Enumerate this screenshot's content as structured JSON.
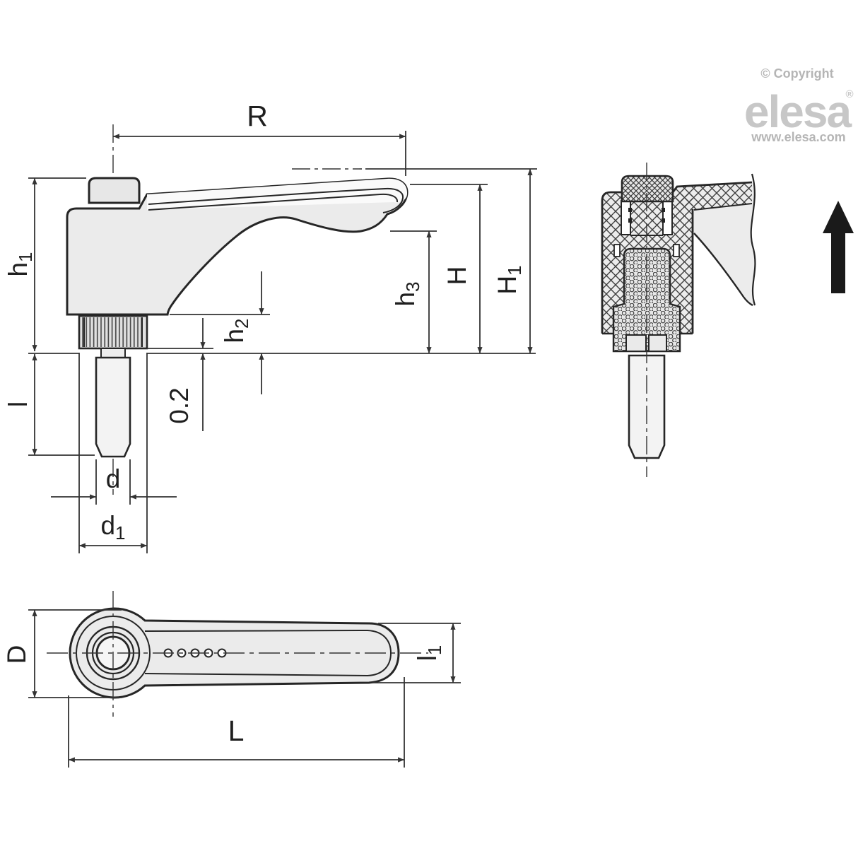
{
  "branding": {
    "copyright": "© Copyright",
    "logo_text": "elesa",
    "registered_mark": "®",
    "website": "www.elesa.com"
  },
  "dimension_labels": {
    "R": {
      "base": "R",
      "sub": ""
    },
    "h1": {
      "base": "h",
      "sub": "1"
    },
    "l": {
      "base": "l",
      "sub": ""
    },
    "h2": {
      "base": "h",
      "sub": "2"
    },
    "gap": {
      "base": "0.2",
      "sub": ""
    },
    "h3": {
      "base": "h",
      "sub": "3"
    },
    "H": {
      "base": "H",
      "sub": ""
    },
    "H1": {
      "base": "H",
      "sub": "1"
    },
    "d": {
      "base": "d",
      "sub": ""
    },
    "d1": {
      "base": "d",
      "sub": "1"
    },
    "D": {
      "base": "D",
      "sub": ""
    },
    "L": {
      "base": "L",
      "sub": ""
    },
    "l1": {
      "base": "l",
      "sub": "1"
    }
  },
  "direction_indicator": {
    "type": "arrow",
    "direction": "up"
  },
  "colors": {
    "background": "#ffffff",
    "outline": "#262626",
    "dimension_line": "#333333",
    "part_fill": "#ebebeb",
    "stud_fill": "#f3f3f3",
    "knurl_fill": "#e0e0e0",
    "arrow_black": "#1a1a1a",
    "logo_gray": "#c7c7c7",
    "logo_text_gray": "#b5b5b5"
  }
}
